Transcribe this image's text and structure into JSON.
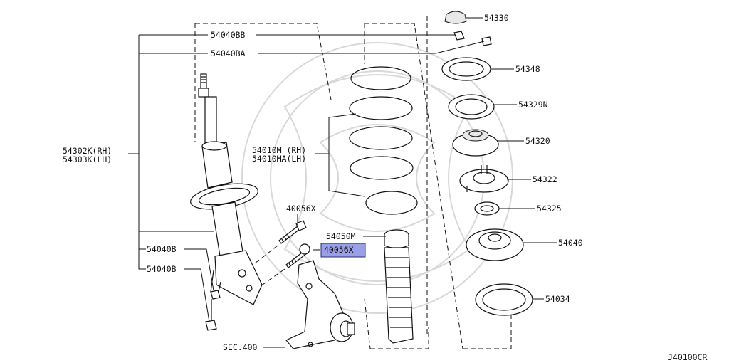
{
  "diagram": {
    "drawing_number": "J40100CR",
    "highlight_color": "#9aa0e8",
    "callouts": {
      "c54330": "54330",
      "c54040BB": "54040BB",
      "c54040BA": "54040BA",
      "c54348": "54348",
      "c54329N": "54329N",
      "c54320": "54320",
      "c54322": "54322",
      "c54325": "54325",
      "c54040": "54040",
      "c54034": "54034",
      "c54302K": "54302K(RH)",
      "c54303K": "54303K(LH)",
      "c54010M": "54010M (RH)",
      "c54010MA": "54010MA(LH)",
      "c40056X_top": "40056X",
      "c40056X_selected": "40056X",
      "c54050M": "54050M",
      "c54040B_1": "54040B",
      "c54040B_2": "54040B",
      "sec400": "SEC.400"
    }
  }
}
